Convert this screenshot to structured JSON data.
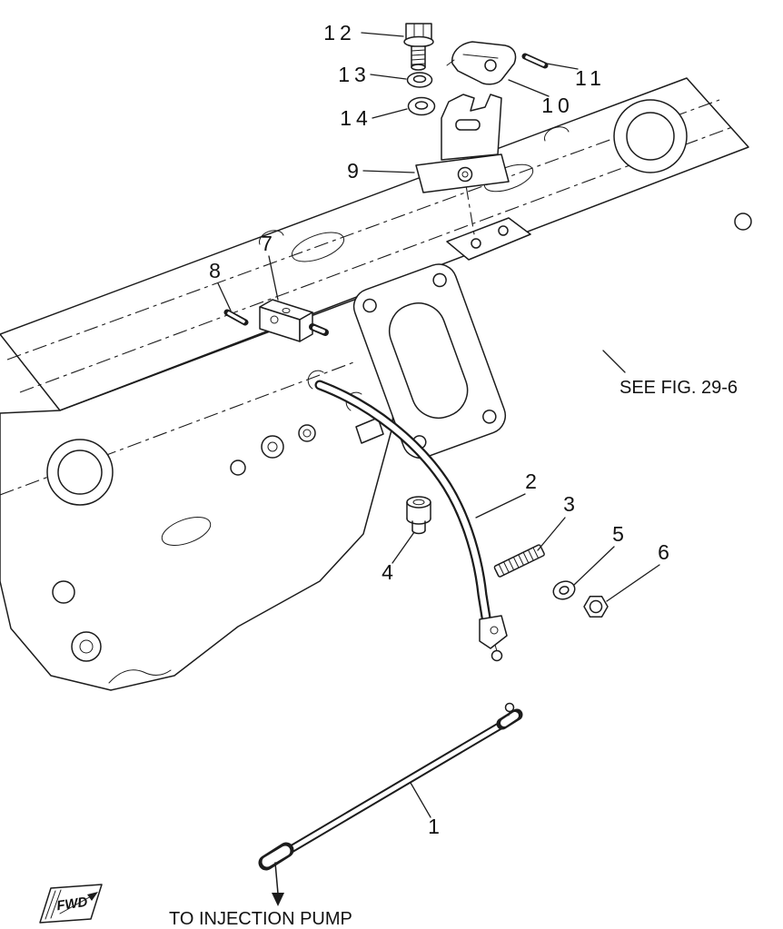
{
  "diagram": {
    "type": "exploded-parts-diagram",
    "callouts": [
      {
        "num": "1"
      },
      {
        "num": "2"
      },
      {
        "num": "3"
      },
      {
        "num": "4"
      },
      {
        "num": "5"
      },
      {
        "num": "6"
      },
      {
        "num": "7"
      },
      {
        "num": "8"
      },
      {
        "num": "9"
      },
      {
        "num": "10"
      },
      {
        "num": "11"
      },
      {
        "num": "12"
      },
      {
        "num": "13"
      },
      {
        "num": "14"
      }
    ],
    "notes": {
      "see_fig": "SEE FIG. 29-6",
      "to_injection_pump": "TO INJECTION PUMP",
      "fwd": "FWD"
    },
    "colors": {
      "line": "#1c1c1c",
      "background": "#ffffff"
    }
  }
}
